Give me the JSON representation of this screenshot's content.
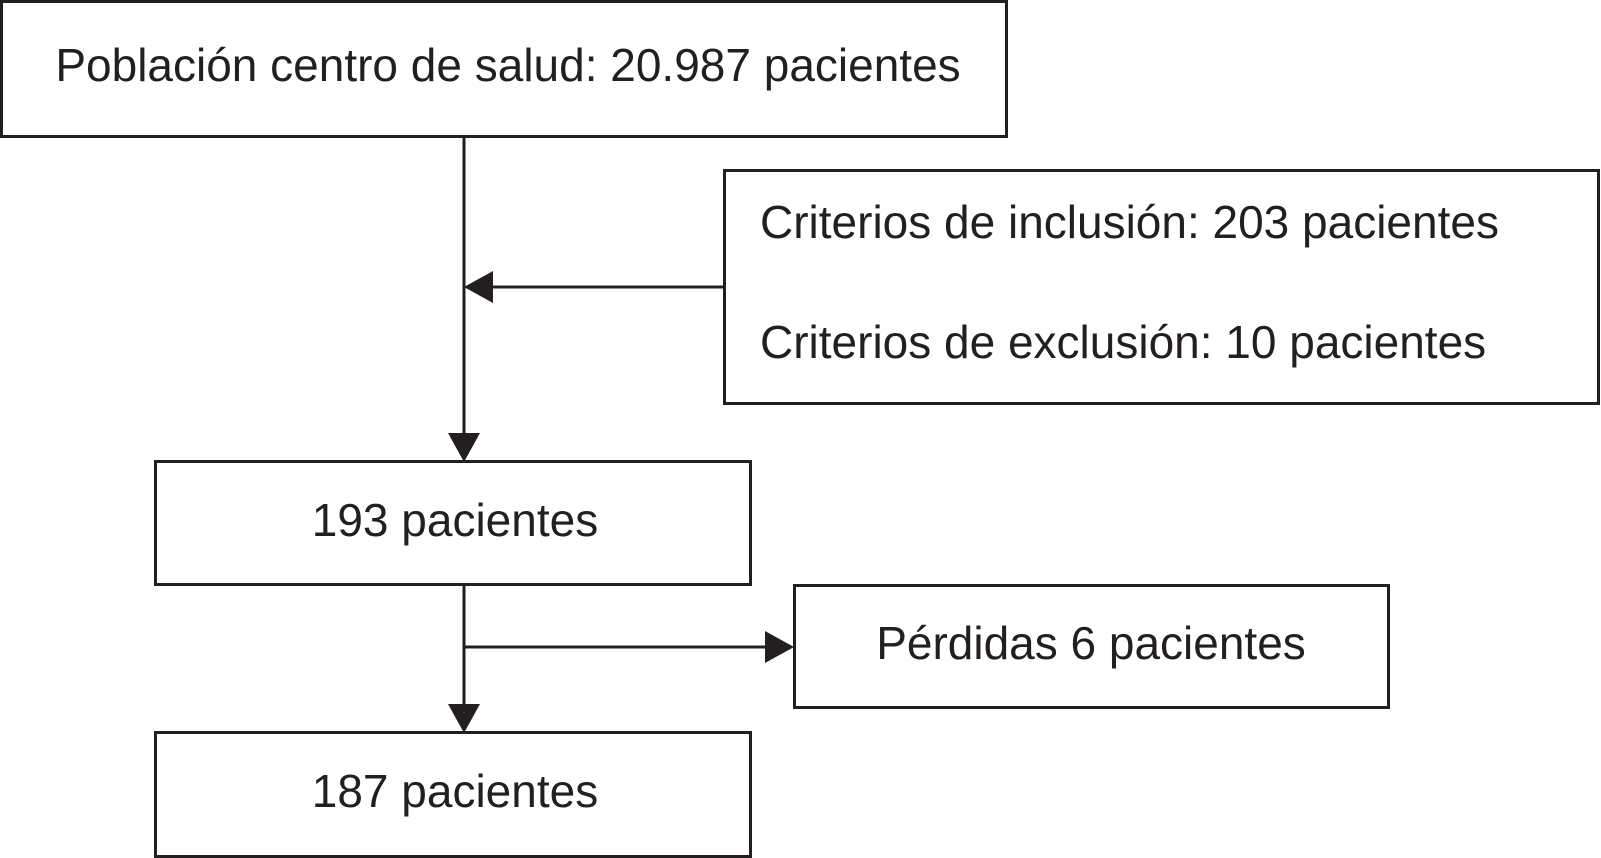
{
  "colors": {
    "stroke": "#231f20",
    "background": "#ffffff",
    "text": "#231f20"
  },
  "nodes": {
    "population": "Población centro de salud: 20.987 pacientes",
    "inclusion": "Criterios de inclusión: 203 pacientes",
    "exclusion": "Criterios de exclusión: 10 pacientes",
    "after_criteria": "193 pacientes",
    "losses": "Pérdidas 6 pacientes",
    "final": "187 pacientes"
  }
}
